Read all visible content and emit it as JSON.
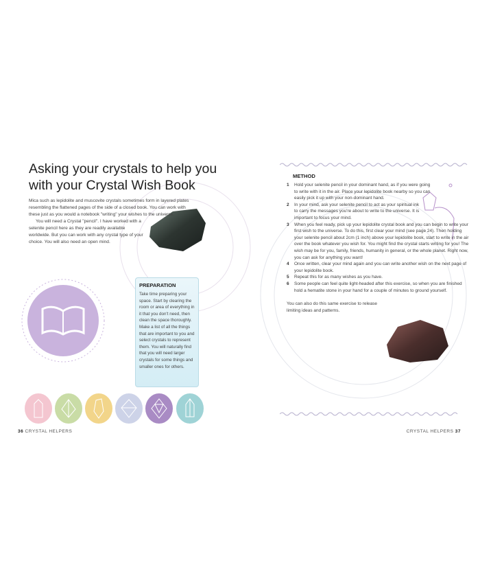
{
  "left_page": {
    "title": "Asking your crystals to help you with your Crystal Wish Book",
    "intro": "Mica such as lepidolite and muscovite crystals sometimes form in layered plates resembling the flattened pages of the side of a closed book. You can work with these just as you would a notebook \"writing\" your wishes to the universe.",
    "intro2": "You will need a Crystal \"pencil\". I have worked with a selenite pencil here as they are readily available worldwide. But you can work with any crystal type of your choice. You will also need an open mind.",
    "preparation": {
      "heading": "PREPARATION",
      "text": "Take time preparing your space. Start by clearing the room or area of everything in it that you don't need, then clean the space thoroughly. Make a list of all the things that are important to you and select crystals to represent them. You will naturally find that you will need larger crystals for some things and smaller ones for others."
    },
    "crystal_circles": [
      "#f4c6d0",
      "#c9dca6",
      "#f2d58a",
      "#cdd3e8",
      "#a98bc4",
      "#9fd3d6"
    ],
    "page_number": "36",
    "running_head": "CRYSTAL HELPERS"
  },
  "right_page": {
    "method_heading": "METHOD",
    "steps": [
      {
        "n": "1",
        "text": "Hold your selenite pencil in your dominant hand, as if you were going to write with it in the air. Place your lepidolite book nearby so you can easily pick it up with your non-dominant hand."
      },
      {
        "n": "2",
        "text": "In your mind, ask your selenite pencil to act as your spiritual ink to carry the messages you're about to write to the universe. It is important to focus your mind."
      },
      {
        "n": "3",
        "text": "When you feel ready, pick up your lepidolite crystal book and you can begin to write your first wish to the universe. To do this, first clear your mind (see page 24). Then holding your selenite pencil about 2cm (1 inch) above your lepidolite book, start to write in the air over the book whatever you wish for. You might find the crystal starts writing for you! The wish may be for you, family, friends, humanity in general, or the whole planet. Right now, you can ask for anything you want!"
      },
      {
        "n": "4",
        "text": "Once written, clear your mind again and you can write another wish on the next page of your lepidolite book."
      },
      {
        "n": "5",
        "text": "Repeat this for as many wishes as you have."
      },
      {
        "n": "6",
        "text": "Some people can feel quite light-headed after this exercise, so when you are finished hold a hematite stone in your hand for a couple of minutes to ground yourself."
      }
    ],
    "closing": "You can also do this same exercise to release limiting ideas and patterns.",
    "page_number": "37",
    "running_head": "CRYSTAL HELPERS"
  }
}
